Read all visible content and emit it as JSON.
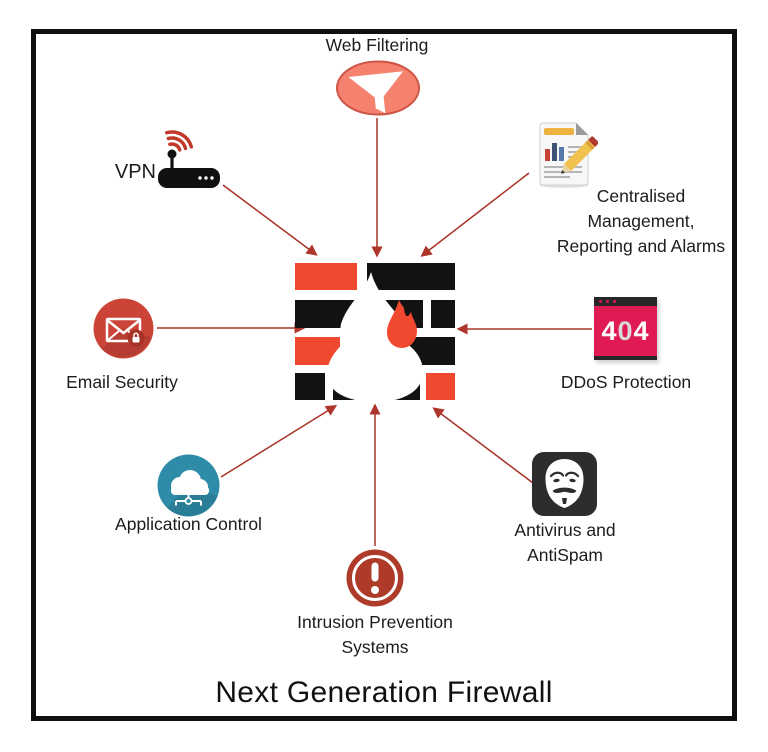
{
  "title": "Next Generation Firewall",
  "center": {
    "name": "Next Generation Firewall",
    "icon": "firewall-brick-flame-icon"
  },
  "colors": {
    "arrow_red": "#A93226",
    "brick_orange": "#F1492F",
    "brick_black": "#121212",
    "web_filtering_salmon": "#F5826E",
    "email_red": "#CB4437",
    "ddos_pink": "#E01A52",
    "application_teal": "#2E8CA8",
    "antivirus_dark": "#2D2D2D",
    "ips_red": "#AE3B2A",
    "report_gold": "#EDB23F"
  },
  "nodes": [
    {
      "id": "web-filtering",
      "label": "Web Filtering",
      "icon": "funnel-icon"
    },
    {
      "id": "vpn",
      "label": "VPN",
      "icon": "router-wifi-icon"
    },
    {
      "id": "centralised-management",
      "lines": [
        "Centralised",
        "Management,",
        "Reporting and Alarms"
      ],
      "icon": "report-pencil-icon"
    },
    {
      "id": "email-security",
      "label": "Email Security",
      "icon": "envelope-lock-icon"
    },
    {
      "id": "ddos-protection",
      "label": "DDoS Protection",
      "icon": "error-404-window-icon",
      "icon_digits": [
        "4",
        "0",
        "4"
      ]
    },
    {
      "id": "application-control",
      "label": "Application Control",
      "icon": "cloud-network-icon"
    },
    {
      "id": "antivirus-antispam",
      "lines": [
        "Antivirus and",
        "AntiSpam"
      ],
      "icon": "anonymous-mask-icon"
    },
    {
      "id": "intrusion-prevention",
      "lines": [
        "Intrusion Prevention",
        "Systems"
      ],
      "icon": "alert-exclamation-icon"
    }
  ],
  "connections": [
    {
      "from": "web-filtering",
      "to": "firewall"
    },
    {
      "from": "vpn",
      "to": "firewall"
    },
    {
      "from": "centralised-management",
      "to": "firewall"
    },
    {
      "from": "email-security",
      "to": "firewall"
    },
    {
      "from": "ddos-protection",
      "to": "firewall"
    },
    {
      "from": "application-control",
      "to": "firewall"
    },
    {
      "from": "antivirus-antispam",
      "to": "firewall"
    },
    {
      "from": "intrusion-prevention",
      "to": "firewall"
    }
  ]
}
